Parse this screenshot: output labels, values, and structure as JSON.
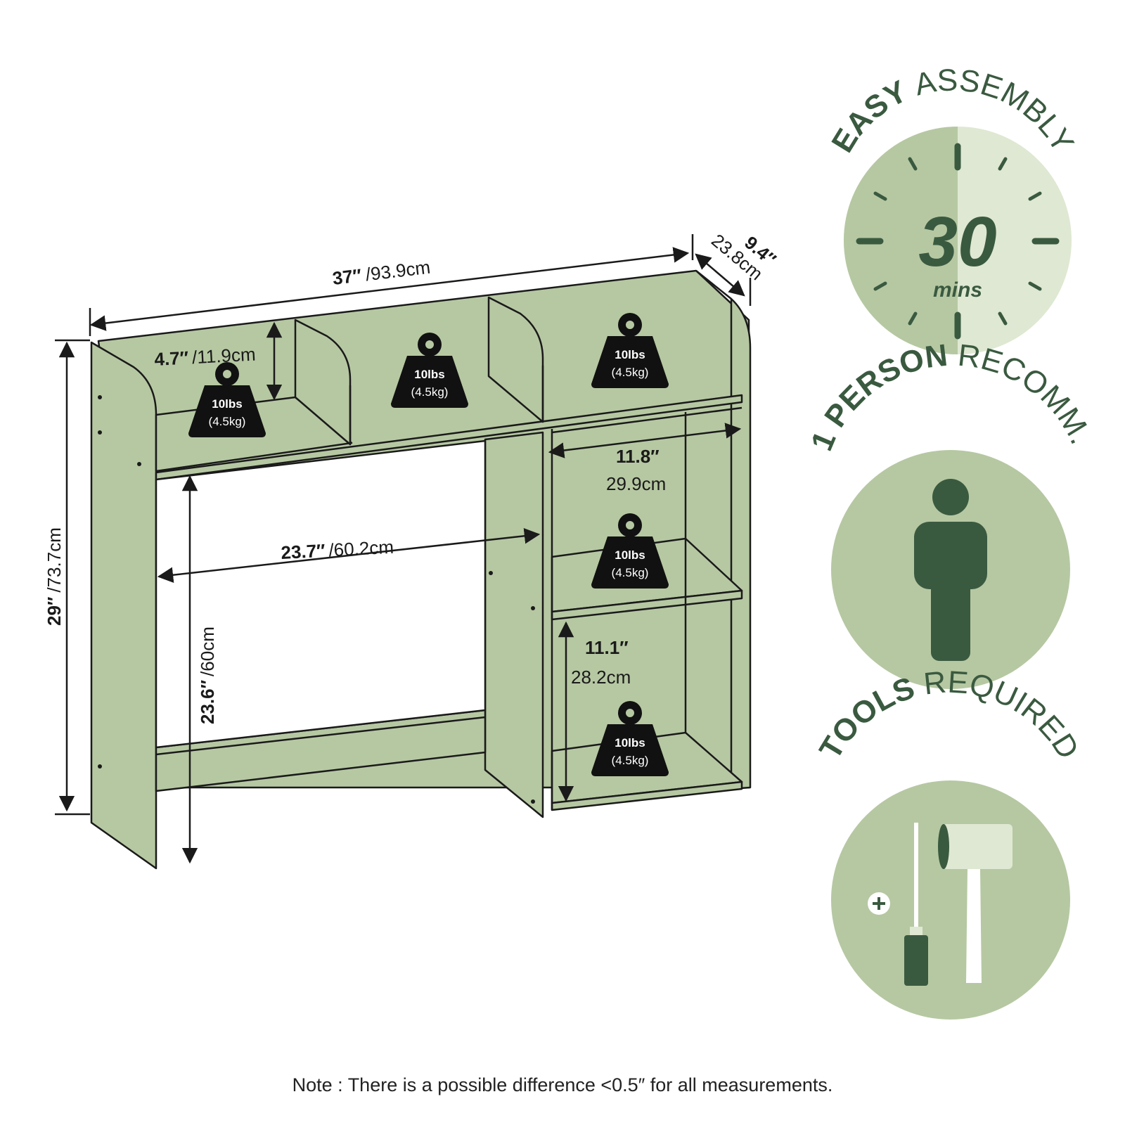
{
  "colors": {
    "panel": "#b6c8a2",
    "panel_light": "#dfe8d2",
    "dark_green": "#3a5a40",
    "outline": "#1a1a1a",
    "weight_icon": "#111111"
  },
  "dimensions": {
    "width": {
      "in": "37″",
      "cm": "/93.9cm"
    },
    "depth": {
      "in": "9.4″",
      "cm": "23.8cm"
    },
    "height": {
      "in": "29″",
      "cm": "/73.7cm"
    },
    "top_cubby_height": {
      "in": "4.7″",
      "cm": "/11.9cm"
    },
    "desk_opening_width": {
      "in": "23.7″",
      "cm": "/60.2cm"
    },
    "desk_opening_height": {
      "in": "23.6″",
      "cm": "/60cm"
    },
    "shelf_width": {
      "in": "11.8″",
      "cm": "29.9cm"
    },
    "shelf_height": {
      "in": "11.1″",
      "cm": "28.2cm"
    }
  },
  "weight_capacity": {
    "lbs": "10lbs",
    "kg": "(4.5kg)"
  },
  "badges": {
    "assembly": {
      "bold": "EASY",
      "rest": "ASSEMBLY",
      "number": "30",
      "unit": "mins",
      "icon": "clock-icon"
    },
    "person": {
      "bold": "1 PERSON",
      "rest": "RECOMM.",
      "icon": "person-icon"
    },
    "tools": {
      "bold": "TOOLS",
      "rest": "REQUIRED",
      "icons": [
        "screwdriver-icon",
        "mallet-icon"
      ]
    }
  },
  "note": "Note : There is a possible difference <0.5″ for all measurements."
}
